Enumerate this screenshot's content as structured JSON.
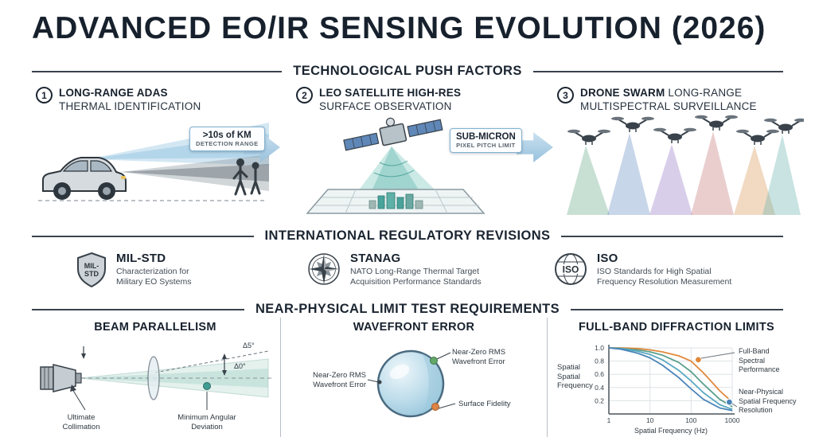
{
  "page": {
    "title": "ADVANCED EO/IR SENSING EVOLUTION (2026)"
  },
  "sections": {
    "push": {
      "heading": "TECHNOLOGICAL PUSH FACTORS",
      "items": [
        {
          "num": "1",
          "title_bold": "LONG-RANGE ADAS",
          "title_rest": "THERMAL IDENTIFICATION",
          "badge_line1": ">10s of KM",
          "badge_line2": "DETECTION RANGE"
        },
        {
          "num": "2",
          "title_bold": "LEO SATELLITE HIGH-RES",
          "title_rest": "SURFACE OBSERVATION",
          "badge_line1": "SUB-MICRON",
          "badge_line2": "PIXEL PITCH LIMIT"
        },
        {
          "num": "3",
          "title_bold": "DRONE SWARM",
          "title_rest": "LONG-RANGE MULTISPECTRAL SURVEILLANCE"
        }
      ]
    },
    "regulatory": {
      "heading": "INTERNATIONAL REGULATORY REVISIONS",
      "items": [
        {
          "icon": "mil-std-shield-icon",
          "shield_line1": "MIL-",
          "shield_line2": "STD",
          "name": "MIL-STD",
          "desc": "Characterization for Military EO Systems"
        },
        {
          "icon": "nato-compass-icon",
          "name": "STANAG",
          "desc": "NATO Long-Range Thermal Target Acquisition Performance Standards"
        },
        {
          "icon": "iso-globe-icon",
          "globe_text": "ISO",
          "name": "ISO",
          "desc": "ISO Standards for High Spatial Frequency Resolution Measurement"
        }
      ]
    },
    "limits": {
      "heading": "NEAR-PHYSICAL LIMIT TEST REQUIREMENTS",
      "beam": {
        "title": "BEAM PARALLELISM",
        "delta_top": "Δ5°",
        "delta_bottom": "Δ0°",
        "label_collimation": "Ultimate Collimation",
        "label_deviation": "Minimum Angular Deviation"
      },
      "wavefront": {
        "title": "WAVEFRONT ERROR",
        "label_left": "Near-Zero RMS Wavefront Error",
        "label_top_right": "Near-Zero RMS Wavefront Error",
        "label_bottom_right": "Surface Fidelity"
      },
      "diffraction": {
        "title": "FULL-BAND DIFFRACTION LIMITS",
        "ylabel_lines": [
          "Spatial",
          "Spatial",
          "Frequency"
        ],
        "xlabel": "Spatial Frequency (Hz)",
        "yticks": [
          "1.0",
          "0.8",
          "0.6",
          "0.4",
          "0.2"
        ],
        "xticks": [
          "1",
          "10",
          "100",
          "1000"
        ],
        "callout_top": "Full-Band Spectral Performance",
        "callout_bottom": "Near-Physical Spatial Frequency Resolution"
      }
    }
  },
  "chart_data": {
    "type": "line",
    "title": "FULL-BAND DIFFRACTION LIMITS",
    "xlabel": "Spatial Frequency (Hz)",
    "ylabel": "Spatial Frequency",
    "x_scale": "log",
    "xlim": [
      1,
      1000
    ],
    "ylim": [
      0,
      1.0
    ],
    "xticks": [
      1,
      10,
      100,
      1000
    ],
    "yticks": [
      1.0,
      0.8,
      0.6,
      0.4,
      0.2
    ],
    "grid": true,
    "x": [
      1,
      2,
      5,
      10,
      20,
      50,
      100,
      200,
      500,
      1000
    ],
    "series": [
      {
        "name": "Full-Band Spectral Performance",
        "color": "#e0893c",
        "values": [
          1.0,
          1.0,
          0.99,
          0.97,
          0.94,
          0.88,
          0.8,
          0.62,
          0.35,
          0.18
        ]
      },
      {
        "name": "",
        "color": "#5aa08c",
        "values": [
          1.0,
          0.99,
          0.97,
          0.94,
          0.89,
          0.78,
          0.64,
          0.45,
          0.22,
          0.11
        ]
      },
      {
        "name": "",
        "color": "#58a8c0",
        "values": [
          1.0,
          0.99,
          0.95,
          0.9,
          0.82,
          0.66,
          0.5,
          0.32,
          0.14,
          0.07
        ]
      },
      {
        "name": "Near-Physical Spatial Frequency Resolution",
        "color": "#4a84b8",
        "values": [
          1.0,
          0.98,
          0.92,
          0.85,
          0.74,
          0.55,
          0.38,
          0.22,
          0.09,
          0.05
        ]
      }
    ],
    "annotations": [
      {
        "label": "Full-Band Spectral Performance",
        "x": 150,
        "y": 0.82,
        "color": "#e0893c"
      },
      {
        "label": "Near-Physical Spatial Frequency Resolution",
        "x": 850,
        "y": 0.18,
        "color": "#4a84b8"
      }
    ]
  }
}
